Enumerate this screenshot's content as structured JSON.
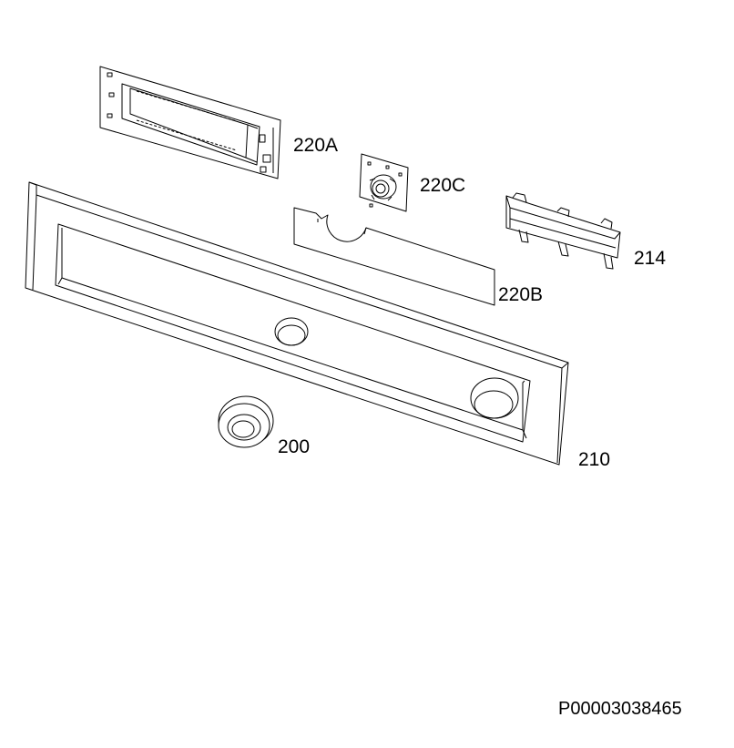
{
  "diagram": {
    "parts": [
      {
        "id": "p220a",
        "label": "220A"
      },
      {
        "id": "p220c",
        "label": "220C"
      },
      {
        "id": "p214",
        "label": "214"
      },
      {
        "id": "p220b",
        "label": "220B"
      },
      {
        "id": "p200",
        "label": "200"
      },
      {
        "id": "p210",
        "label": "210"
      }
    ],
    "part_number": "P00003038465"
  }
}
